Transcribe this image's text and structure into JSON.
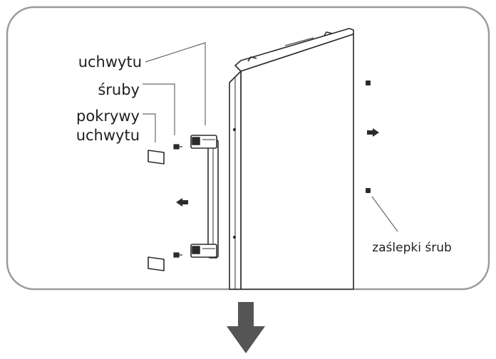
{
  "labels": {
    "handle": "uchwytu",
    "screws": "śruby",
    "covers_line1": "pokrywy",
    "covers_line2": "uchwytu",
    "screw_caps": "zaślepki śrub"
  },
  "colors": {
    "frame": "#9a9a9a",
    "line": "#2b2b2b",
    "arrow": "#555555",
    "text": "#1f1f1f"
  },
  "icons": {
    "next_step": "arrow-down-icon"
  }
}
